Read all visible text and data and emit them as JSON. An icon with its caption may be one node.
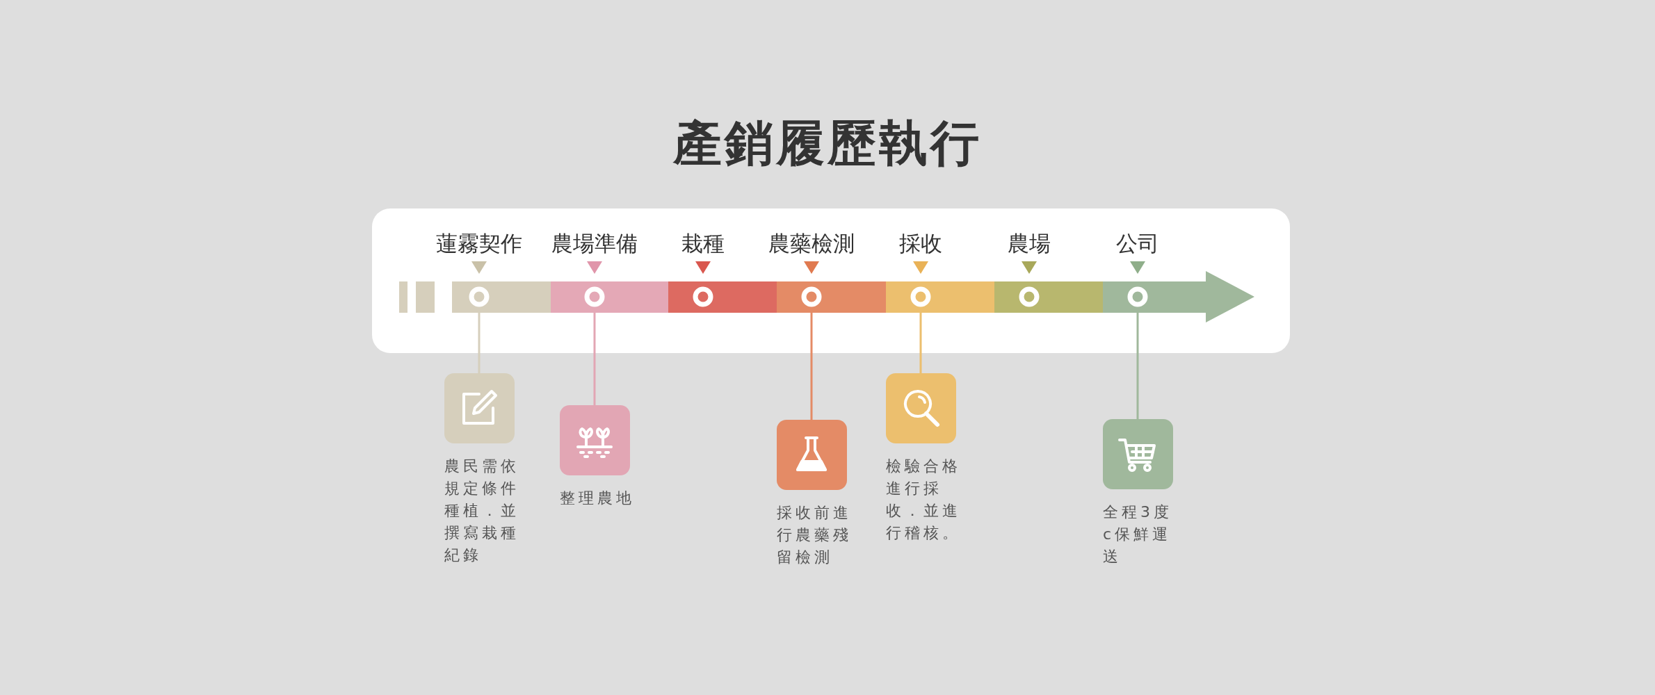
{
  "diagram": {
    "title": "產銷履歷執行",
    "nodes": [
      {
        "text": [
          "蓮霧契作"
        ]
      },
      {
        "text": [
          "農場準備"
        ]
      },
      {
        "text": [
          "栽種"
        ]
      },
      {
        "text": [
          "農藥檢測"
        ]
      },
      {
        "text": [
          "採收"
        ]
      },
      {
        "text": [
          "農場"
        ]
      },
      {
        "text": [
          "公司"
        ]
      },
      {
        "text": [
          "農民需依規定條件種植．並撰寫栽種紀錄"
        ]
      },
      {
        "text": [
          "整理農地"
        ]
      },
      {
        "text": [
          "採收前進行農藥殘留檢測"
        ]
      },
      {
        "text": [
          "檢驗合格進行採收．並進行稽核。"
        ]
      },
      {
        "text": [
          "全程3度c保鮮運送"
        ]
      }
    ],
    "edges": [
      {
        "from": 0,
        "to": 7,
        "arrow": "none",
        "color": "#d6cfbc"
      },
      {
        "from": 1,
        "to": 8,
        "arrow": "none",
        "color": "#e2a6b4"
      },
      {
        "from": 3,
        "to": 9,
        "arrow": "none",
        "color": "#e48b66"
      },
      {
        "from": 4,
        "to": 10,
        "arrow": "none",
        "color": "#ecbf6e"
      },
      {
        "from": 6,
        "to": 11,
        "arrow": "none",
        "color": "#a0b89c"
      }
    ]
  }
}
